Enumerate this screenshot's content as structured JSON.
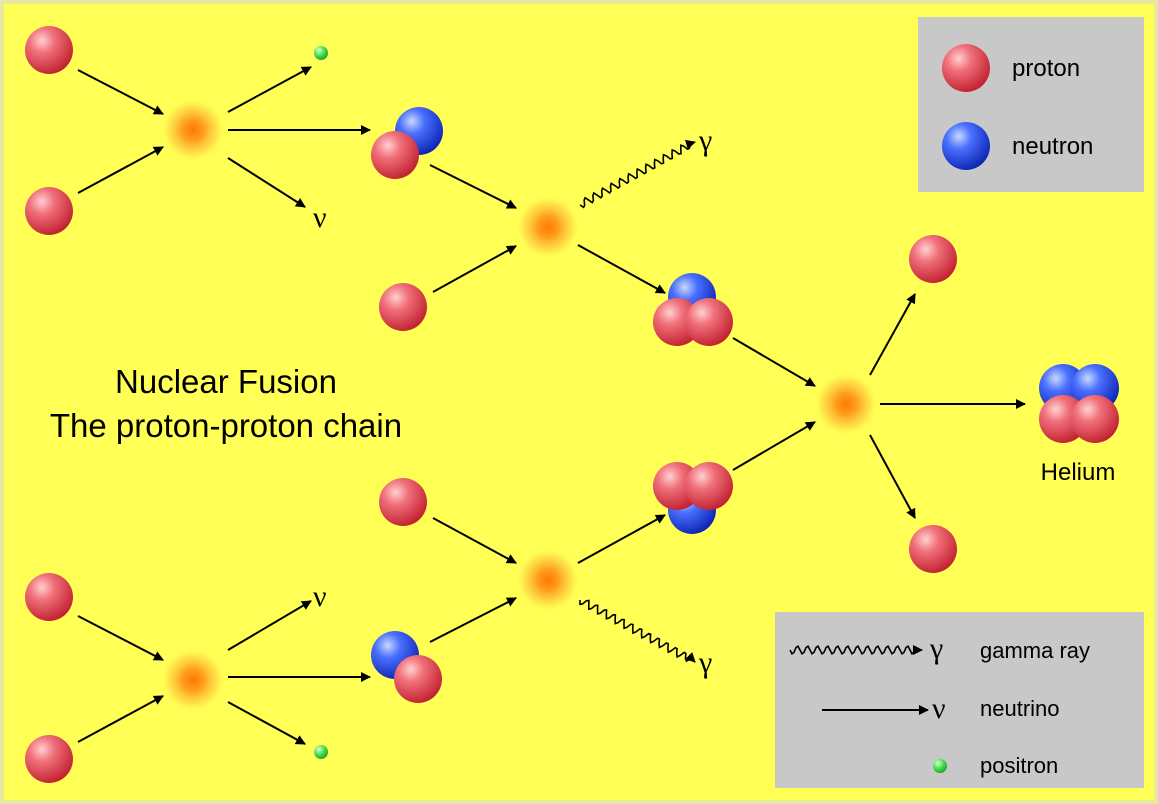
{
  "title": {
    "line1": "Nuclear Fusion",
    "line2": "The proton-proton chain"
  },
  "symbols": {
    "neutrino": "ν",
    "gamma": "γ"
  },
  "product_label": "Helium",
  "legend_particles": {
    "proton": "proton",
    "neutron": "neutron"
  },
  "legend_processes": {
    "gamma_ray": "gamma ray",
    "neutrino": "neutrino",
    "positron": "positron"
  },
  "colors": {
    "background": "#ffff55",
    "border": "#e8e8a0",
    "legend_box": "#c8c8c8",
    "proton": "#e0384a",
    "neutron": "#2048e0",
    "positron": "#35d04a",
    "fusion_glow": "#ff9a1a",
    "arrow": "#000000"
  },
  "icons": {
    "proton": "proton-sphere-icon",
    "neutron": "neutron-sphere-icon",
    "positron": "positron-dot-icon",
    "fusion": "fusion-glow-icon",
    "arrow": "straight-arrow-icon",
    "gamma": "wavy-arrow-icon"
  }
}
